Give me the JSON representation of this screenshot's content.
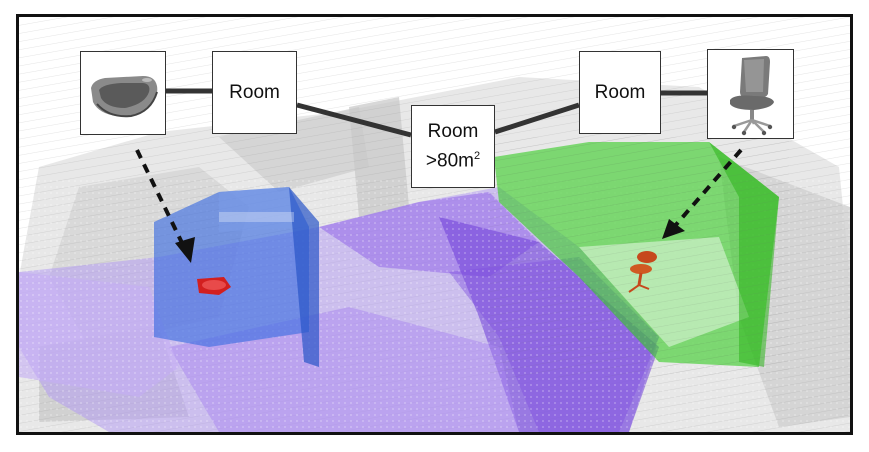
{
  "figure": {
    "nodes": {
      "room_left": "Room",
      "room_center": "Room",
      "room_center_area": ">80m",
      "room_center_area_exp": "2",
      "room_right": "Room"
    },
    "icons": {
      "left": "sink-icon",
      "right": "office-chair-icon"
    },
    "colors": {
      "room_blue": "#3f6fe0",
      "room_violet": "#8a5be8",
      "room_green": "#33cc22",
      "highlight_red": "#d21f1f",
      "edge": "#333333",
      "frame": "#111111"
    }
  }
}
